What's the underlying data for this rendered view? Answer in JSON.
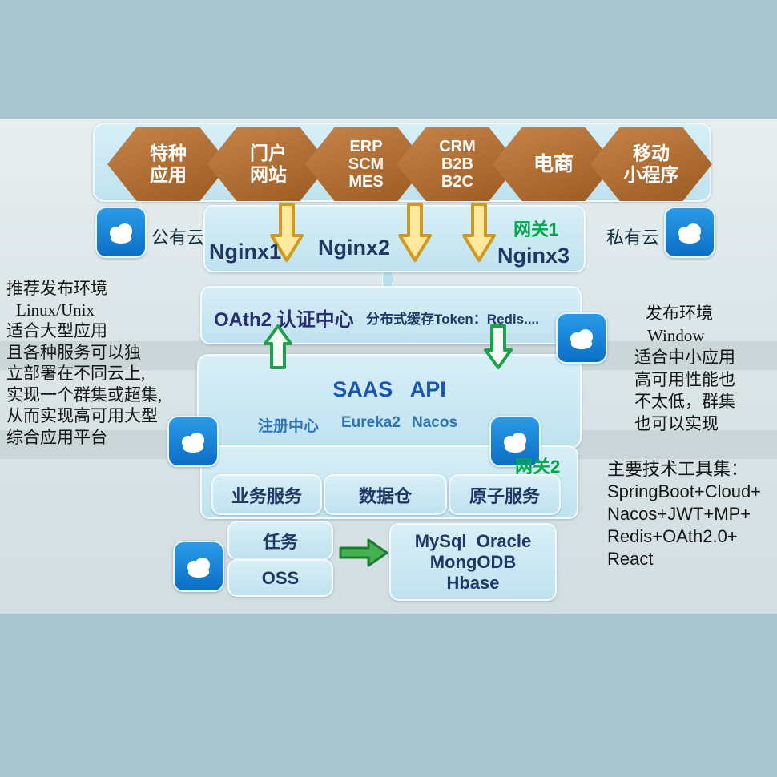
{
  "hexagons": [
    {
      "lines": [
        "特种",
        "应用"
      ]
    },
    {
      "lines": [
        "门户",
        "网站"
      ]
    },
    {
      "lines": [
        "ERP",
        "SCM",
        "MES"
      ]
    },
    {
      "lines": [
        "CRM",
        "B2B",
        "B2C"
      ]
    },
    {
      "lines": [
        "电商"
      ]
    },
    {
      "lines": [
        "移动",
        "小程序"
      ]
    }
  ],
  "gateway_row": {
    "public_cloud": "公有云",
    "private_cloud": "私有云",
    "gateway1": "网关1",
    "nginx1": "Nginx1",
    "nginx2": "Nginx2",
    "nginx3": "Nginx3"
  },
  "auth_row": {
    "oauth_center": "OAth2 认证中心",
    "token_cache": "分布式缓存Token：Redis...."
  },
  "saas": {
    "title": "SAAS   API",
    "registry": "注册中心",
    "eureka": "Eureka2",
    "nacos": "Nacos",
    "gateway2": "网关2"
  },
  "service_boxes": [
    "业务服务",
    "数据仓",
    "原子服务"
  ],
  "bottom": {
    "task": "任务",
    "oss": "OSS",
    "db_lines": [
      "MySql  Oracle",
      "MongODB",
      "Hbase"
    ]
  },
  "left_note": {
    "lines": [
      "推荐发布环境",
      "Linux/Unix",
      "适合大型应用",
      "且各种服务可以独",
      "立部署在不同云上,",
      "实现一个群集或超集,",
      "从而实现高可用大型",
      "综合应用平台"
    ]
  },
  "right_note": {
    "lines": [
      "发布环境",
      "Window",
      "适合中小应用",
      "高可用性能也",
      "不太低，群集",
      "也可以实现"
    ]
  },
  "tech_note": {
    "lines": [
      "主要技术工具集：",
      "SpringBoot+Cloud+",
      "Nacos+JWT+MP+",
      "Redis+OAth2.0+",
      "React"
    ]
  }
}
